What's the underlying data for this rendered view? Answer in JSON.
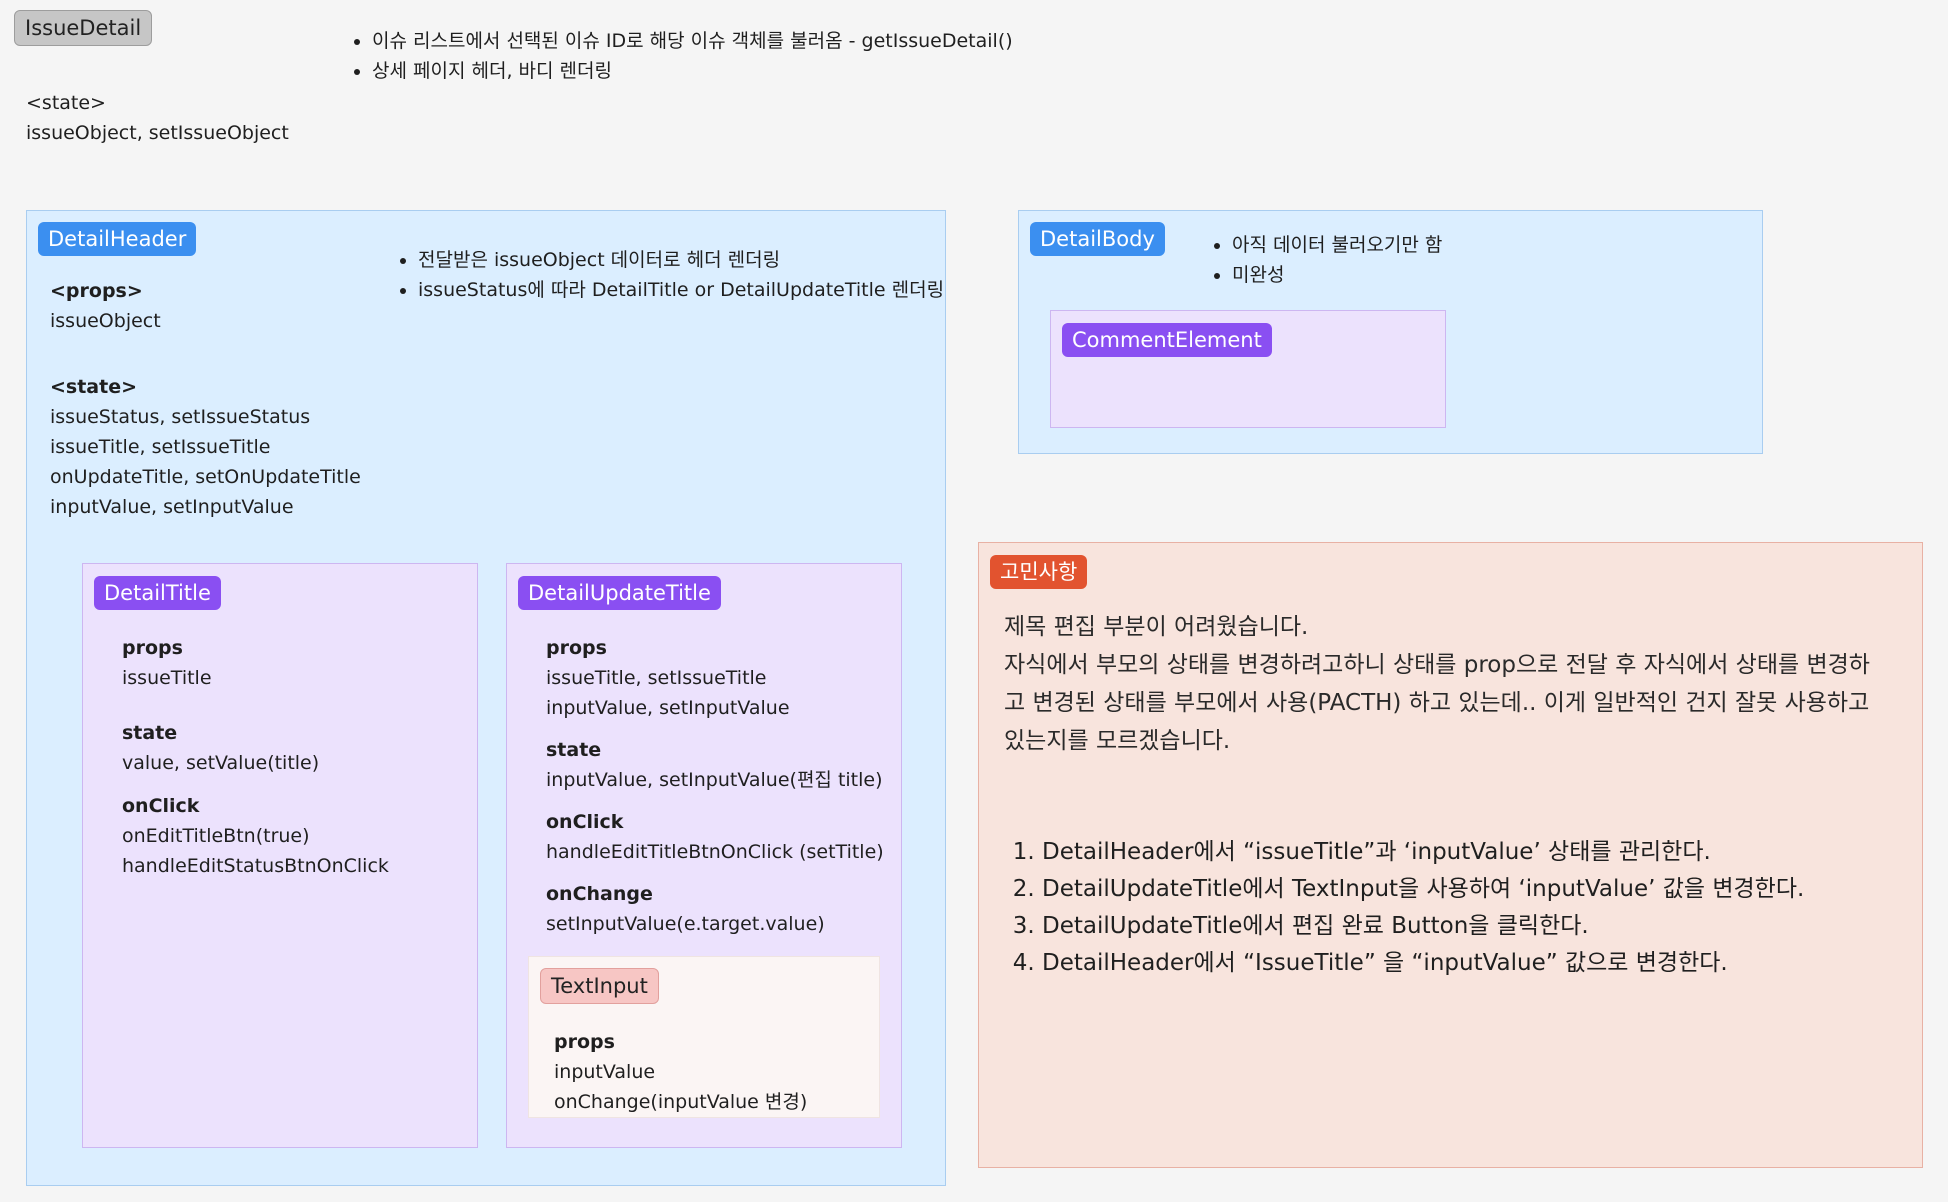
{
  "issue_detail": {
    "title": "IssueDetail",
    "notes": [
      "이슈 리스트에서 선택된 이슈 ID로 해당 이슈 객체를 불러옴 - getIssueDetail()",
      "상세 페이지 헤더, 바디 렌더링"
    ],
    "state_label": "<state>",
    "state_value": "issueObject, setIssueObject"
  },
  "detail_header": {
    "title": "DetailHeader",
    "notes": [
      "전달받은 issueObject 데이터로 헤더 렌더링",
      "issueStatus에 따라 DetailTitle or DetailUpdateTitle 렌더링"
    ],
    "props_label": "<props>",
    "props_value": "issueObject",
    "state_label": "<state>",
    "state_values": [
      "issueStatus, setIssueStatus",
      "issueTitle, setIssueTitle",
      "onUpdateTitle, setOnUpdateTitle",
      "inputValue, setInputValue"
    ]
  },
  "detail_title": {
    "title": "DetailTitle",
    "props_label": "props",
    "props_value": "issueTitle",
    "state_label": "state",
    "state_value": "value, setValue(title)",
    "onclick_label": "onClick",
    "onclick_values": [
      "onEditTitleBtn(true)",
      "handleEditStatusBtnOnClick"
    ]
  },
  "detail_update_title": {
    "title": "DetailUpdateTitle",
    "props_label": "props",
    "props_values": [
      "issueTitle, setIssueTitle",
      "inputValue, setInputValue"
    ],
    "state_label": "state",
    "state_value": "inputValue, setInputValue(편집 title)",
    "onclick_label": "onClick",
    "onclick_value": "handleEditTitleBtnOnClick (setTitle)",
    "onchange_label": "onChange",
    "onchange_value": "setInputValue(e.target.value)"
  },
  "text_input": {
    "title": "TextInput",
    "props_label": "props",
    "props_values": [
      "inputValue",
      "onChange(inputValue 변경)"
    ]
  },
  "detail_body": {
    "title": "DetailBody",
    "notes": [
      "아직 데이터 불러오기만 함",
      "미완성"
    ]
  },
  "comment_element": {
    "title": "CommentElement"
  },
  "concerns": {
    "title": "고민사항",
    "paragraph": [
      "제목 편집 부분이 어려웠습니다.",
      "자식에서 부모의 상태를 변경하려고하니 상태를 prop으로 전달 후 자식에서 상태를 변경하",
      "고 변경된 상태를 부모에서 사용(PACTH) 하고 있는데.. 이게 일반적인 건지 잘못 사용하고",
      "있는지를 모르겠습니다."
    ],
    "steps": [
      "DetailHeader에서 “issueTitle”과 ‘inputValue’ 상태를 관리한다.",
      "DetailUpdateTitle에서 TextInput을 사용하여 ‘inputValue’ 값을 변경한다.",
      "DetailUpdateTitle에서 편집 완료 Button을 클릭한다.",
      "DetailHeader에서 “IssueTitle” 을 “inputValue” 값으로 변경한다."
    ]
  },
  "colors": {
    "blue_tag": "#3b8ff0",
    "purple_tag": "#8a4ff2",
    "red_tag": "#e2532f",
    "blue_frame": "#dbeeff",
    "purple_frame": "#ece2fd",
    "peach_frame": "#f8e4dd"
  }
}
